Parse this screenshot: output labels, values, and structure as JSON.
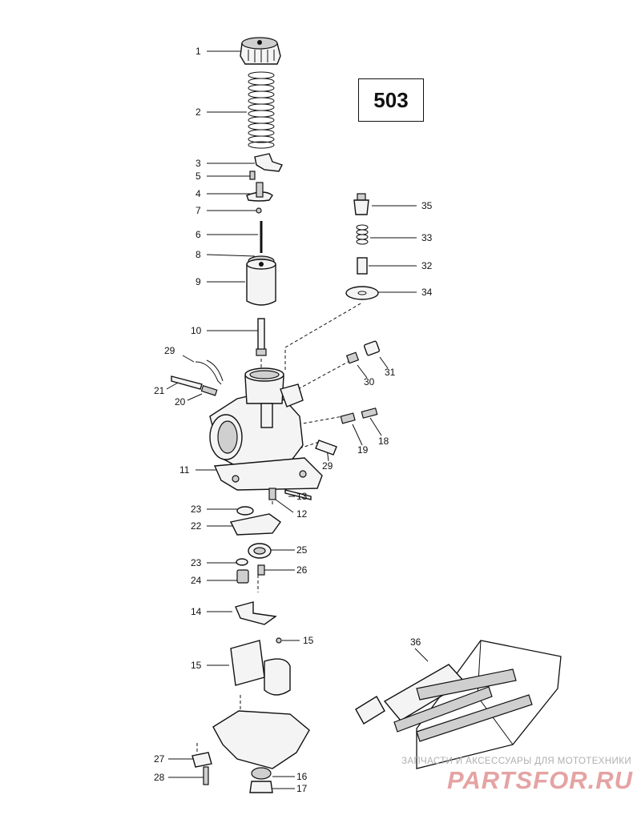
{
  "page_number": "503",
  "watermark": {
    "caption": "ЗАПЧАСТИ И АКСЕССУАРЫ ДЛЯ МОТОТЕХНИКИ",
    "logo": "PARTSFOR.RU"
  },
  "callouts": {
    "c1": "1",
    "c2": "2",
    "c3": "3",
    "c5": "5",
    "c4": "4",
    "c7": "7",
    "c6": "6",
    "c8": "8",
    "c9": "9",
    "c10": "10",
    "c29a": "29",
    "c21": "21",
    "c20": "20",
    "c11": "11",
    "c23a": "23",
    "c22": "22",
    "c23b": "23",
    "c24": "24",
    "c14": "14",
    "c15a": "15",
    "c27": "27",
    "c28": "28",
    "c35": "35",
    "c33": "33",
    "c32": "32",
    "c34": "34",
    "c31": "31",
    "c30": "30",
    "c19": "19",
    "c18": "18",
    "c29b": "29",
    "c13": "13",
    "c12": "12",
    "c25": "25",
    "c26": "26",
    "c15b": "15",
    "c36": "36",
    "c16": "16",
    "c17": "17"
  }
}
